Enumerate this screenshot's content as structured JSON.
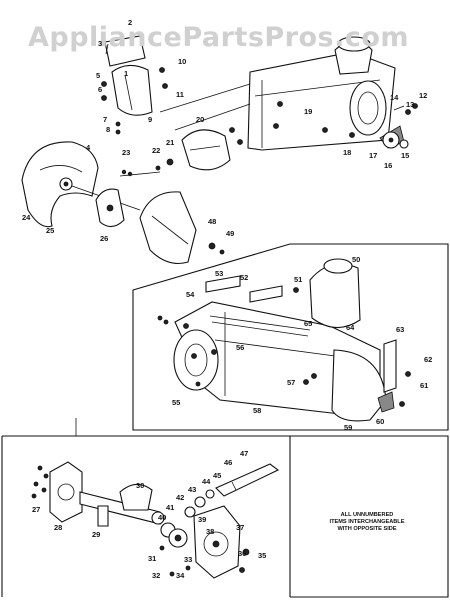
{
  "watermark": "AppliancePartsPros.com",
  "note": [
    "ALL UNNUMBERED",
    "ITEMS INTERCHANGEABLE",
    "WITH OPPOSITE SIDE"
  ],
  "labels": [
    "1",
    "2",
    "3",
    "4",
    "5",
    "6",
    "7",
    "8",
    "9",
    "10",
    "11",
    "12",
    "13",
    "14",
    "15",
    "16",
    "17",
    "18",
    "19",
    "20",
    "21",
    "22",
    "23",
    "24",
    "25",
    "26",
    "27",
    "28",
    "29",
    "30",
    "31",
    "32",
    "33",
    "34",
    "35",
    "36",
    "37",
    "38",
    "39",
    "40",
    "41",
    "42",
    "43",
    "44",
    "45",
    "46",
    "47",
    "48",
    "49",
    "50",
    "51",
    "52",
    "53",
    "54",
    "55",
    "56",
    "57",
    "58",
    "59",
    "60",
    "61",
    "62",
    "63",
    "64",
    "65"
  ]
}
